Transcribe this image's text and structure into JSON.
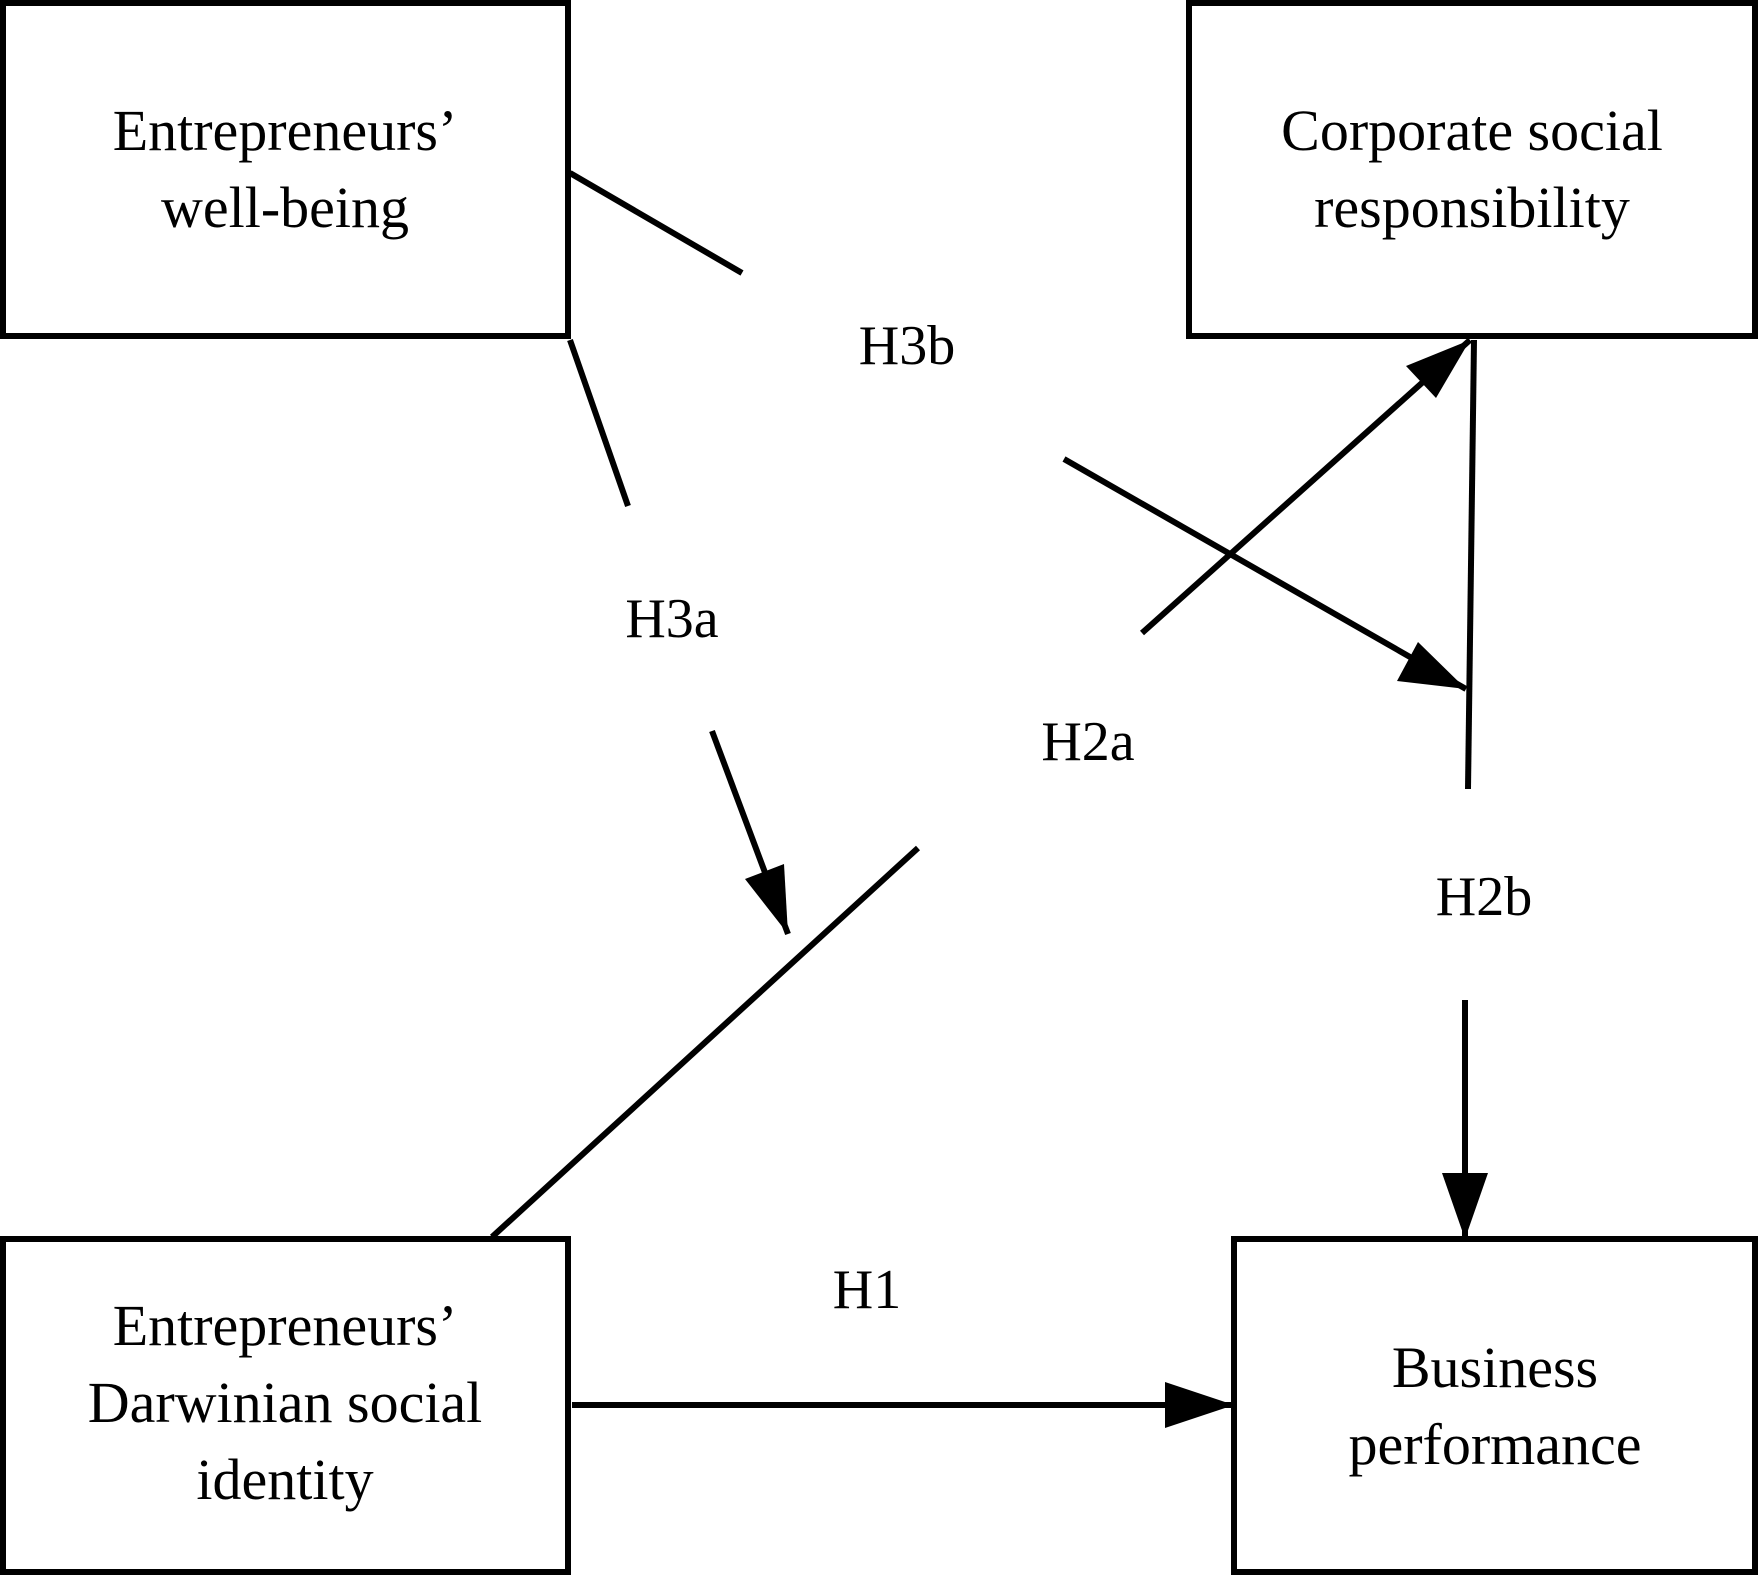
{
  "boxes": {
    "wellbeing": {
      "lines": [
        "Entrepreneurs’",
        "well-being"
      ]
    },
    "csr": {
      "lines": [
        "Corporate social",
        "responsibility"
      ]
    },
    "darwinian": {
      "lines": [
        "Entrepreneurs’",
        "Darwinian social",
        "identity"
      ]
    },
    "performance": {
      "lines": [
        "Business",
        "performance"
      ]
    }
  },
  "hypotheses": {
    "h1": "H1",
    "h2a": "H2a",
    "h2b": "H2b",
    "h3a": "H3a",
    "h3b": "H3b"
  }
}
